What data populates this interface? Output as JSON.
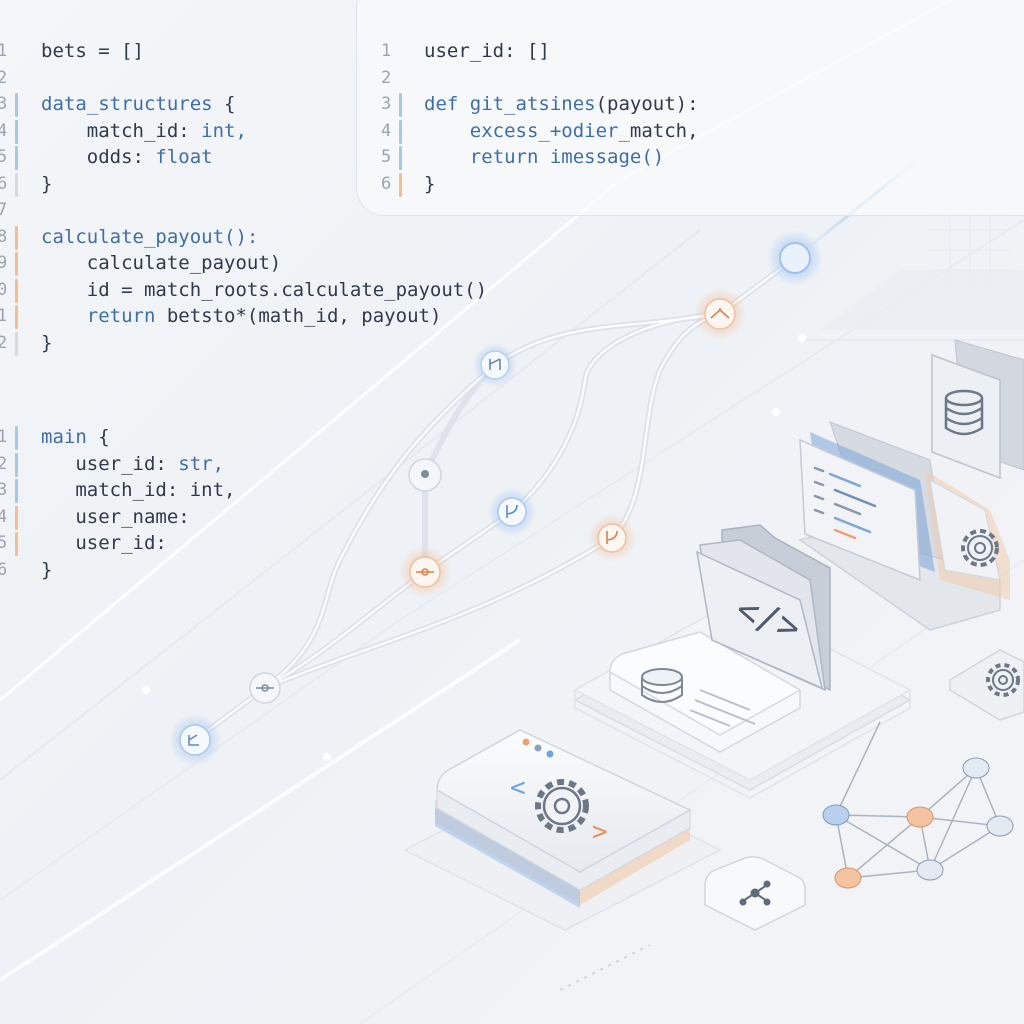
{
  "code_panels": {
    "top_left": {
      "lines": [
        {
          "n": "1",
          "text": "bets = []",
          "kw": "",
          "bar": ""
        },
        {
          "n": "2",
          "text": "",
          "kw": "",
          "bar": ""
        },
        {
          "n": "3",
          "text": "data_structures {",
          "kw": "data_structures",
          "bar": "blue"
        },
        {
          "n": "4",
          "text": "    match_id: int,",
          "kw": "int,",
          "bar": "blue"
        },
        {
          "n": "5",
          "text": "    odds: float",
          "kw": "float",
          "bar": "blue"
        },
        {
          "n": "6",
          "text": "}",
          "kw": "",
          "bar": "gray"
        },
        {
          "n": "7",
          "text": "",
          "kw": "",
          "bar": ""
        },
        {
          "n": "8",
          "text": "calculate_payout():",
          "kw": "calculate_payout():",
          "bar": "orange"
        },
        {
          "n": "9",
          "text": "    calculate_payout)",
          "kw": "",
          "bar": "orange"
        },
        {
          "n": "0",
          "text": "    id = match_roots.calculate_payout()",
          "kw": "",
          "bar": "orange"
        },
        {
          "n": "1",
          "text": "    return betsto*(math_id, payout)",
          "kw": "return",
          "bar": "orange"
        },
        {
          "n": "2",
          "text": "}",
          "kw": "",
          "bar": "gray"
        }
      ]
    },
    "top_right": {
      "lines": [
        {
          "n": "1",
          "text": "user_id: []",
          "kw": "",
          "bar": ""
        },
        {
          "n": "2",
          "text": "",
          "kw": "",
          "bar": ""
        },
        {
          "n": "3",
          "text": "def git_atsines(payout):",
          "kw": "def git_atsines",
          "bar": "blue"
        },
        {
          "n": "4",
          "text": "    excess_+odier_match,",
          "kw": "excess_+odier_",
          "bar": "blue"
        },
        {
          "n": "5",
          "text": "    return imessage()",
          "kw": "return imessage()",
          "bar": "blue"
        },
        {
          "n": "6",
          "text": "}",
          "kw": "",
          "bar": "orange"
        }
      ]
    },
    "bottom_left": {
      "lines": [
        {
          "n": "1",
          "text": "main {",
          "kw": "main",
          "bar": "blue"
        },
        {
          "n": "2",
          "text": "   user_id: str,",
          "kw": "str,",
          "bar": "blue"
        },
        {
          "n": "3",
          "text": "   match_id: int,",
          "kw": "",
          "bar": "blue"
        },
        {
          "n": "4",
          "text": "   user_name:",
          "kw": "",
          "bar": "orange"
        },
        {
          "n": "5",
          "text": "   user_id:",
          "kw": "",
          "bar": "orange"
        },
        {
          "n": "6",
          "text": "}",
          "kw": "",
          "bar": ""
        }
      ]
    }
  },
  "glyphs": {
    "code_symbol": "</>",
    "bracket_left": "<",
    "bracket_right": ">"
  },
  "colors": {
    "accent_blue": "#6fa3e0",
    "accent_orange": "#f0a070",
    "code_text": "#2f3a4d",
    "keyword": "#3e6ea8",
    "line_number": "#9aa3b2",
    "line_bar_gray": "#d5d9e0"
  },
  "icons": [
    "branch-icon",
    "database-icon",
    "gear-icon",
    "code-folder-icon",
    "document-icon",
    "network-graph-icon"
  ]
}
